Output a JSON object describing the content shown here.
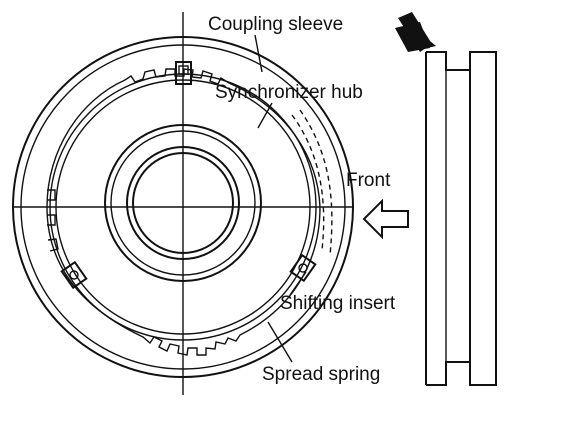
{
  "labels": {
    "coupling_sleeve": "Coupling sleeve",
    "synchronizer_hub": "Synchronizer hub",
    "front": "Front",
    "shifting_insert": "Shifting insert",
    "spread_spring": "Spread spring"
  },
  "icons": {
    "direction_arrow": "arrow-down-right-icon",
    "front_arrow": "arrow-left-outline-icon"
  },
  "colors": {
    "ink": "#111111",
    "paper": "#ffffff"
  }
}
